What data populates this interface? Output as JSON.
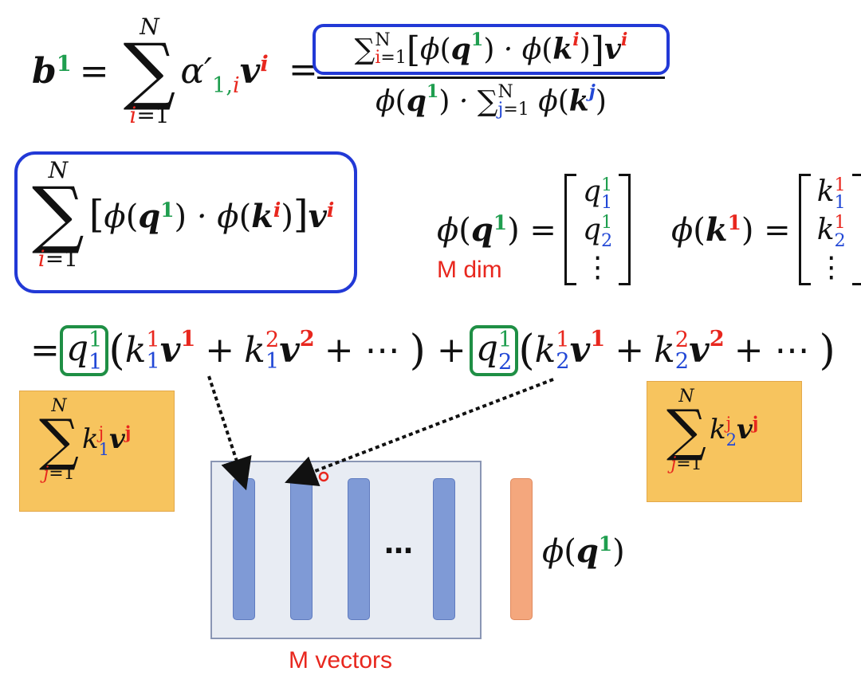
{
  "formula_top": {
    "b": "b",
    "b_sup": "1",
    "equals": "=",
    "sum_upper": "N",
    "sum_lower_var": "i",
    "sum_lower_eq": "=1",
    "sigma": "∑",
    "alpha": "α′",
    "alpha_sub_a": "1,",
    "alpha_sub_b": "i",
    "v": "v",
    "v_sup": "i",
    "numerator": "∑ᵢ₌₁ᴺ[ϕ(q¹) · ϕ(kⁱ)]vⁱ",
    "denominator": "ϕ(q¹) · ∑ⱼ₌₁ᴺ ϕ(kʲ)"
  },
  "boxed_sum": {
    "upper": "N",
    "lower_var": "i",
    "lower_eq": "=1"
  },
  "phi_q": {
    "lhs": "ϕ(q¹) =",
    "entries": [
      "q",
      "q",
      "⋮"
    ],
    "sup": "1",
    "subs": [
      "1",
      "2"
    ],
    "dim_label": "M dim"
  },
  "phi_k": {
    "lhs": "ϕ(k¹) =",
    "entries": [
      "k",
      "k",
      "⋮"
    ],
    "sup": "1",
    "subs": [
      "1",
      "2"
    ]
  },
  "expansion": {
    "eq": "=",
    "plus": "+",
    "dots": "+ ⋯ )"
  },
  "left_panel": {
    "upper": "N",
    "lower_var": "j",
    "lower_eq": "=1",
    "k_sub": "1"
  },
  "right_panel": {
    "upper": "N",
    "lower_var": "j",
    "lower_eq": "=1",
    "k_sub": "2"
  },
  "vectors_panel": {
    "ellipsis": "…",
    "label": "M vectors"
  },
  "phi_q_label": "ϕ(q¹)",
  "colors": {
    "green": "#1f9e4f",
    "red": "#e8271e",
    "blue": "#2248d6",
    "box_blue": "#2239d6",
    "orange_panel": "#f7c45e",
    "bar_blue": "#7f9ad6",
    "bar_orange": "#f4a77d"
  }
}
